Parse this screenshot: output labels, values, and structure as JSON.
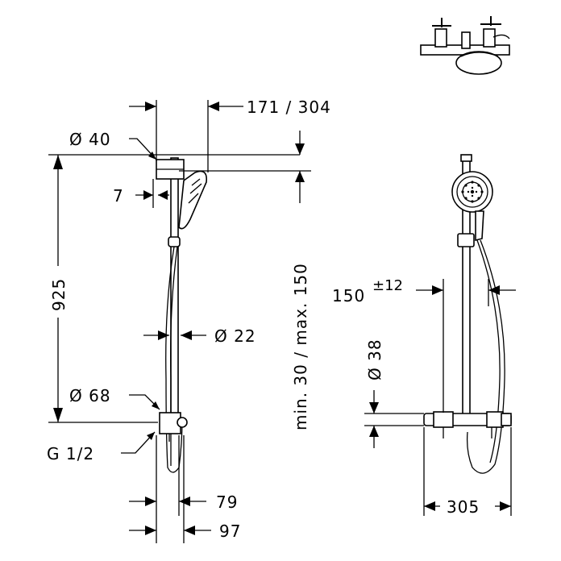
{
  "dimensions": {
    "slide_offset": "171 / 304",
    "rail_top_diameter": "Ø 40",
    "bracket_offset": "7",
    "total_height": "925",
    "rail_height_range": "min. 30 / max. 150",
    "rail_diameter": "Ø 22",
    "bottom_diameter": "Ø 68",
    "connection_thread": "G 1/2",
    "bottom_offset_1": "79",
    "bottom_offset_2": "97",
    "center_distance": "150",
    "center_distance_tolerance": "±12",
    "mixer_diameter": "Ø 38",
    "mixer_width": "305"
  }
}
